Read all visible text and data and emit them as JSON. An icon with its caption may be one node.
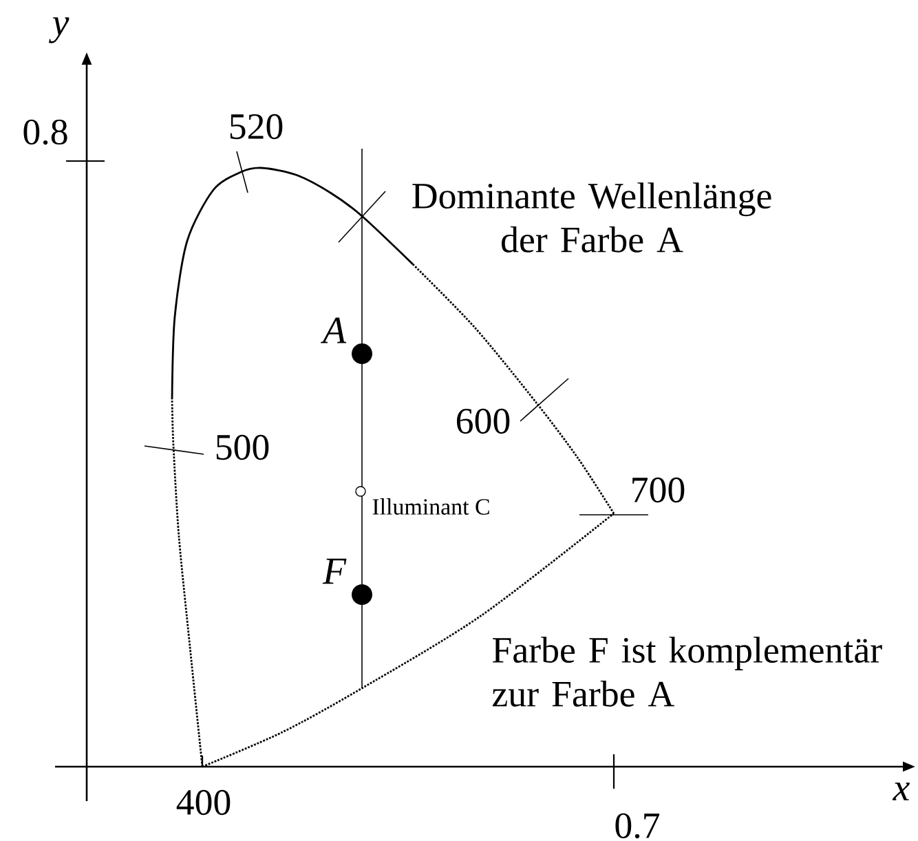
{
  "diagram": {
    "labels": [
      "y",
      "0.8",
      "520",
      "Dominante Wellenlänge der Farbe A",
      "A",
      "600",
      "500",
      "Illuminant C",
      "700",
      "F",
      "Farbe F ist komplementär zur Farbe A",
      "400",
      "0.7",
      "x"
    ]
  }
}
